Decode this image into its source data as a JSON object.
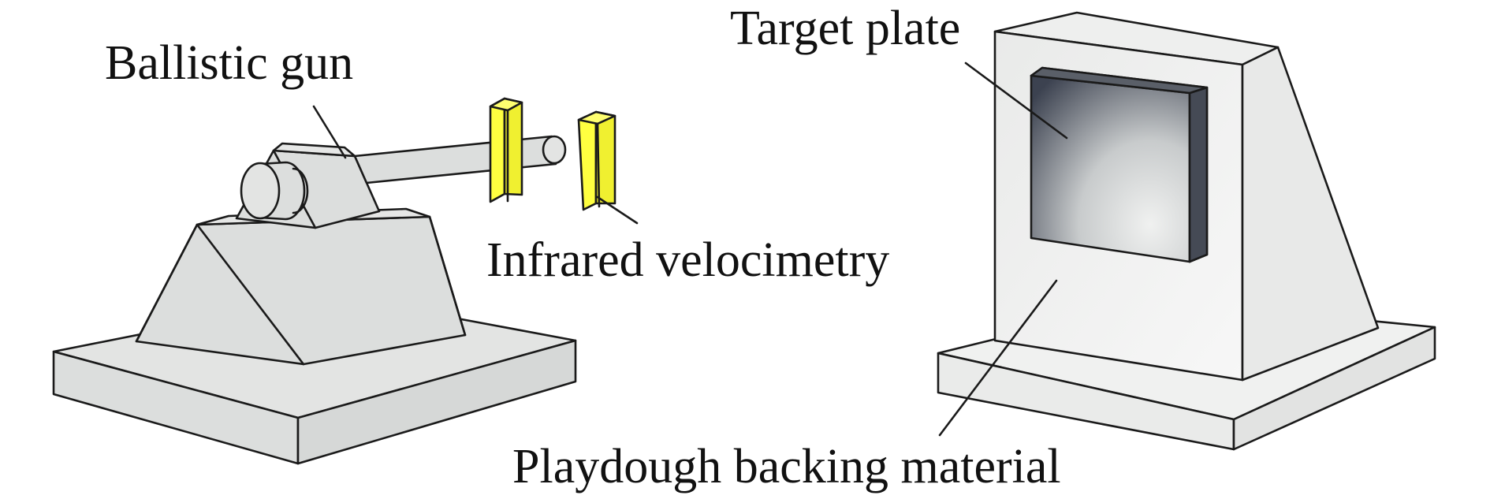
{
  "labels": {
    "ballistic_gun": "Ballistic gun",
    "infrared_velocimetry": "Infrared velocimetry",
    "target_plate": "Target plate",
    "playdough_backing": "Playdough backing material"
  },
  "colors": {
    "device_fill": "#dcdedd",
    "device_side": "#e4e5e4",
    "device_top": "#eeefee",
    "sensor_yellow": "#ffff40",
    "plate_dark": "#3c4250",
    "plate_light": "#eef0ef",
    "outline": "#1a1a1a"
  }
}
